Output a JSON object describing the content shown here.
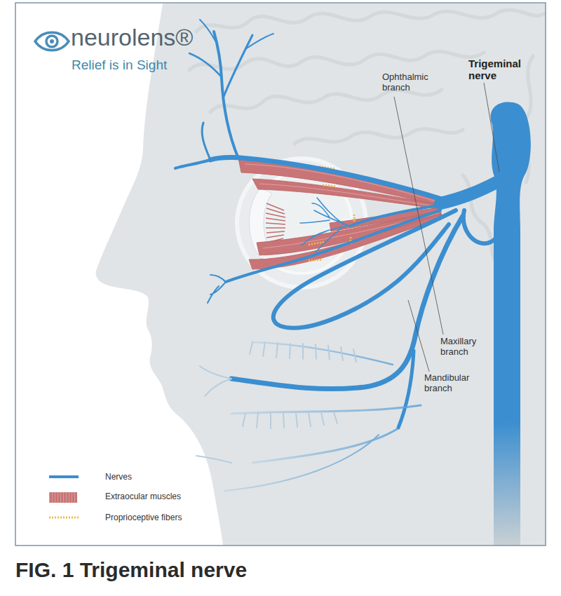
{
  "diagram": {
    "caption": "FIG. 1 Trigeminal nerve",
    "labels": [
      "neurolens®",
      "Relief is in Sight",
      "Ophthalmic branch",
      "Trigeminal nerve",
      "Maxillary branch",
      "Mandibular branch"
    ],
    "legend": [
      {
        "text": "Nerves"
      },
      {
        "text": "Extraocular muscles",
        "color": "#c97577"
      },
      {
        "text": "Proprioceptive fibers"
      }
    ]
  }
}
